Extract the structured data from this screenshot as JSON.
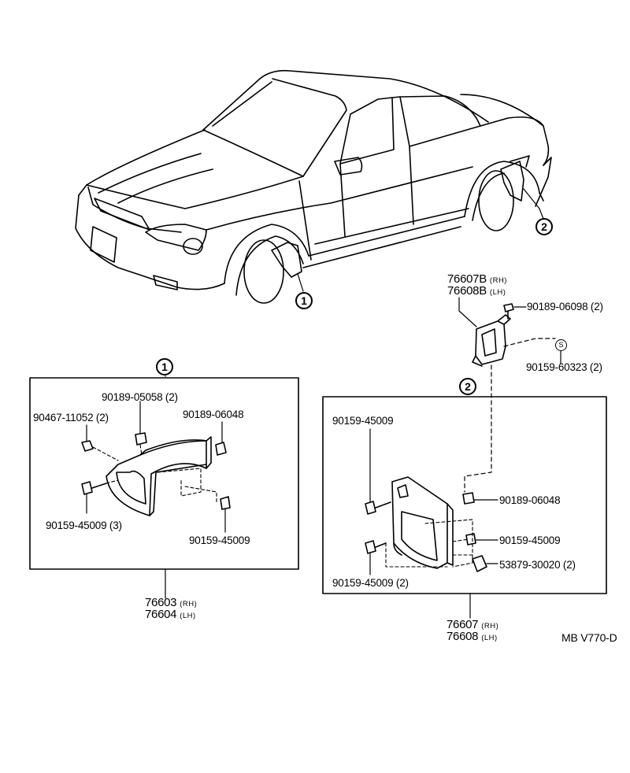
{
  "callouts": {
    "one": "1",
    "two": "2",
    "s_mark": "S"
  },
  "parts": {
    "p76607B": "76607B",
    "p76607B_side": "(RH)",
    "p76608B": "76608B",
    "p76608B_side": "(LH)",
    "p90189_06098": "90189-06098 (2)",
    "p90159_60323": "90159-60323 (2)",
    "p90189_05058": "90189-05058 (2)",
    "p90467_11052": "90467-11052 (2)",
    "p90189_06048_a": "90189-06048",
    "p90159_45009_3": "90159-45009 (3)",
    "p90159_45009_a": "90159-45009",
    "p76603": "76603",
    "p76603_side": "(RH)",
    "p76604": "76604",
    "p76604_side": "(LH)",
    "p90159_45009_b": "90159-45009",
    "p90189_06048_b": "90189-06048",
    "p90159_45009_c": "90159-45009",
    "p53879_30020": "53879-30020 (2)",
    "p90159_45009_2": "90159-45009 (2)",
    "p76607": "76607",
    "p76607_side": "(RH)",
    "p76608": "76608",
    "p76608_side": "(LH)"
  },
  "figure_code": "MB V770-D"
}
